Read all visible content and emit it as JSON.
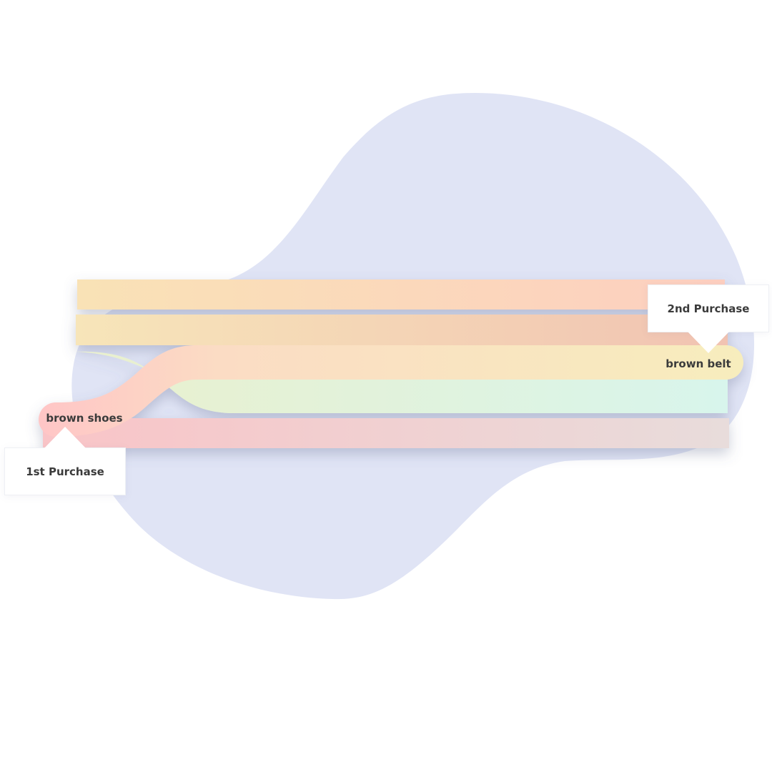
{
  "colors": {
    "background": "#ffffff",
    "blob": "#e0e4f5",
    "band_peach_start": "#f9e2b6",
    "band_peach_end": "#fdcfc0",
    "band_tan_start": "#f7e5b9",
    "band_tan_end": "#f1c3b2",
    "band_mint_start": "#eaf0cd",
    "band_mint_end": "#d8f5ec",
    "band_pink_start": "#f9c4c7",
    "band_pink_end": "#e8dcdb",
    "flow_start": "#ffc6c6",
    "flow_mid": "#fbdcc4",
    "flow_end": "#f7edbd",
    "text": "#3b3b3b"
  },
  "labels": {
    "first_purchase": "1st Purchase",
    "second_purchase": "2nd Purchase",
    "first_item": "brown shoes",
    "second_item": "brown belt"
  }
}
